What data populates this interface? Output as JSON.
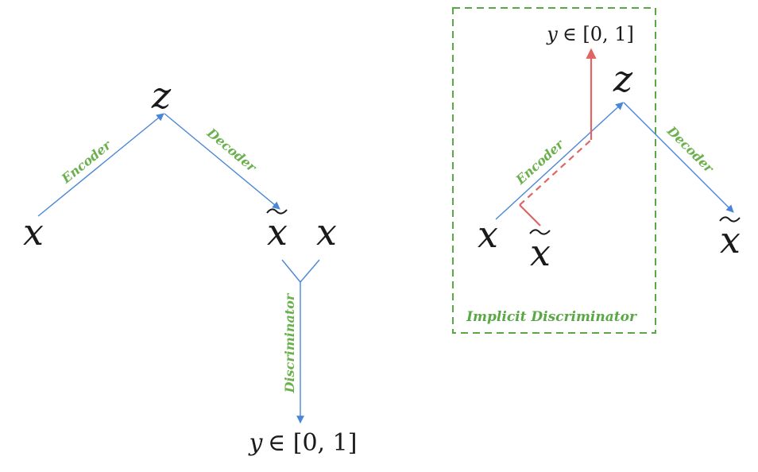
{
  "left_diagram": {
    "nodes": {
      "z": "z",
      "x_input": "x",
      "x_recon": "x",
      "x_real": "x",
      "y_base": "y",
      "y_set": "∈ [0, 1]"
    },
    "edges": {
      "encoder": "Encoder",
      "decoder": "Decoder",
      "discriminator": "Discriminator"
    }
  },
  "right_diagram": {
    "nodes": {
      "z": "z",
      "x_input": "x",
      "x_tilde_in": "x",
      "x_recon": "x",
      "y_base": "y",
      "y_set": "∈ [0, 1]"
    },
    "edges": {
      "encoder": "Encoder",
      "decoder": "Decoder"
    },
    "box_label": "Implicit Discriminator"
  },
  "colors": {
    "blue_arrow": "#4a86d8",
    "red_arrow": "#e06666",
    "green_label": "#6ab04c",
    "green_box": "#5aa845",
    "text": "#1a1a1a"
  }
}
